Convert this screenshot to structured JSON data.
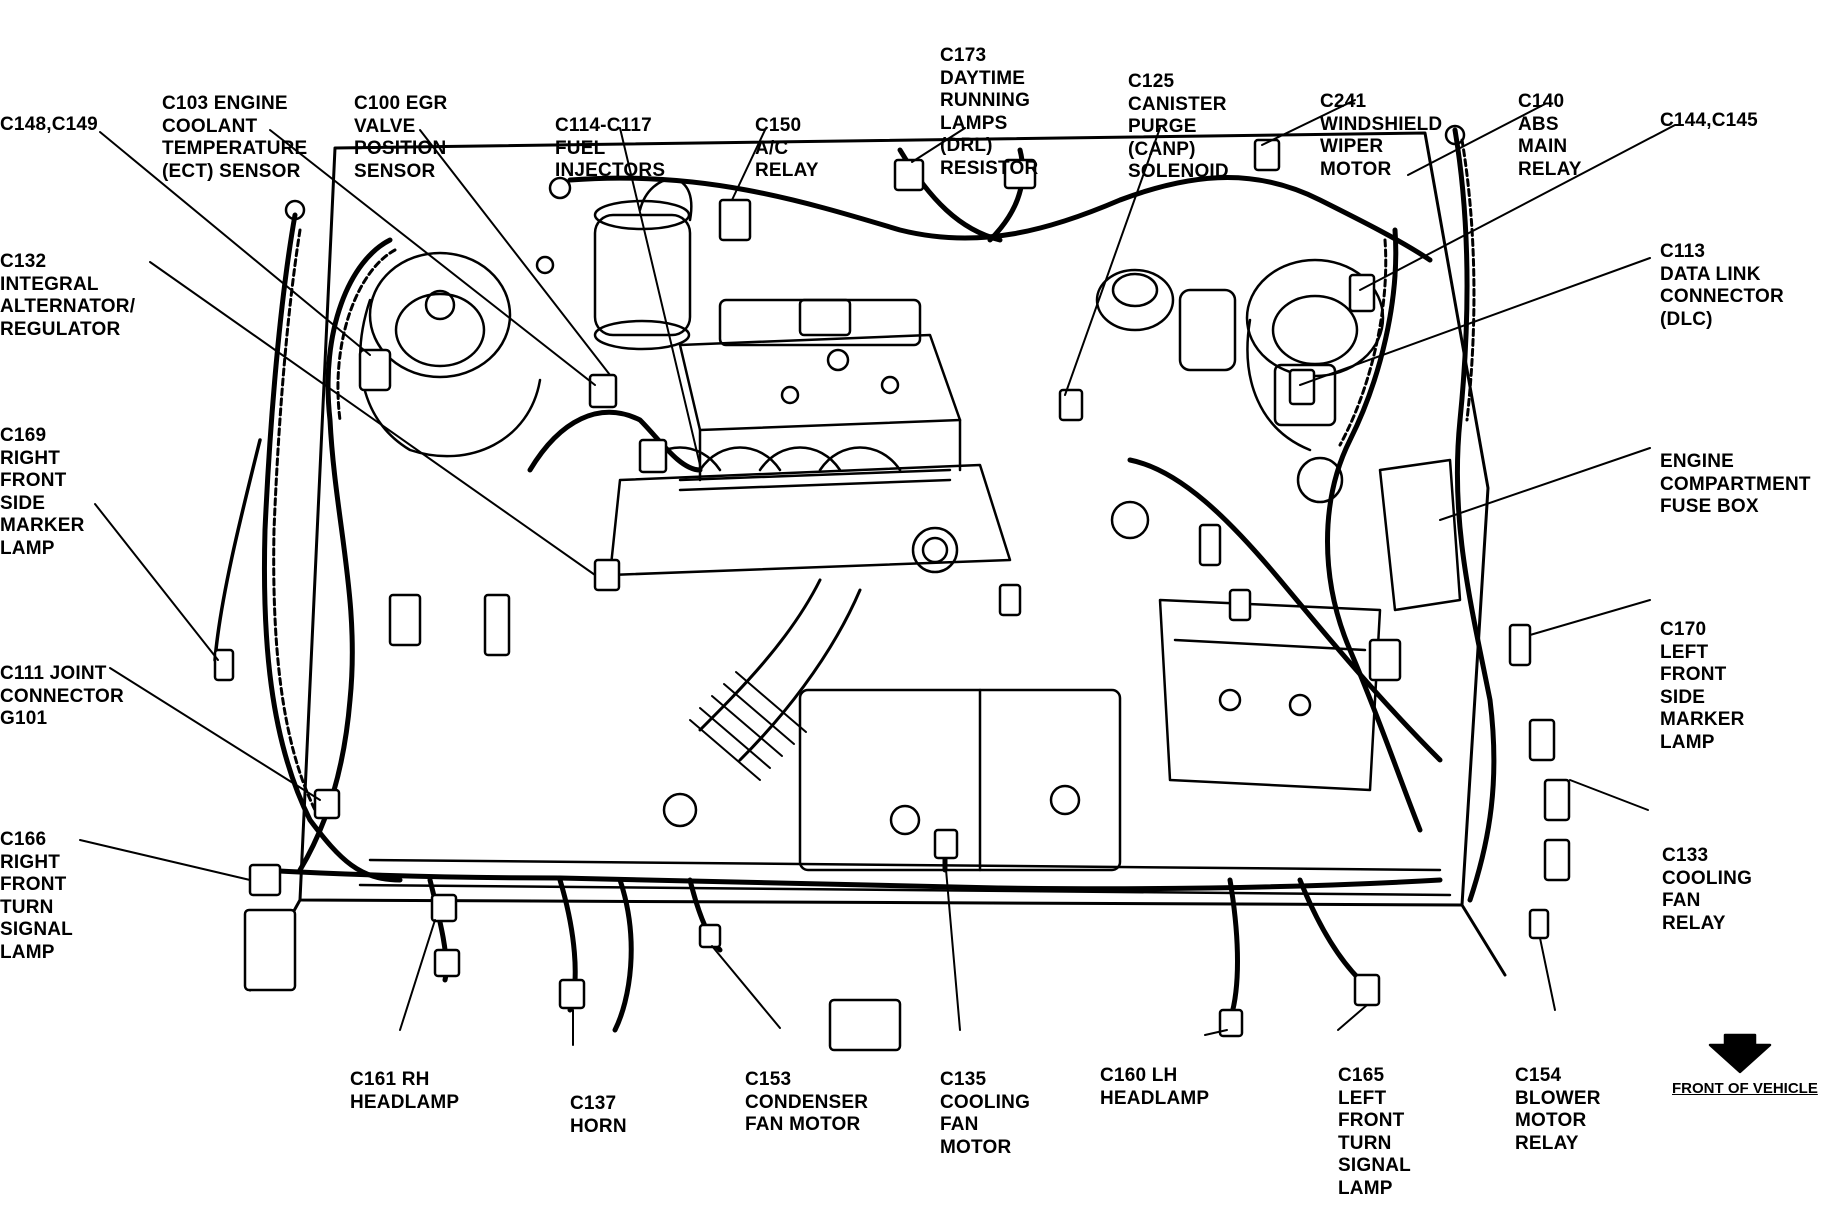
{
  "callouts": [
    {
      "id": "c148",
      "lines": [
        "C148,C149"
      ]
    },
    {
      "id": "c103",
      "lines": [
        "C103 ENGINE",
        "COOLANT",
        "TEMPERATURE",
        "(ECT) SENSOR"
      ]
    },
    {
      "id": "c100",
      "lines": [
        "C100 EGR",
        "VALVE",
        "POSITION",
        "SENSOR"
      ]
    },
    {
      "id": "c114",
      "lines": [
        "C114-C117",
        "FUEL",
        "INJECTORS"
      ]
    },
    {
      "id": "c150",
      "lines": [
        "C150",
        "A/C",
        "RELAY"
      ]
    },
    {
      "id": "c173",
      "lines": [
        "C173",
        "DAYTIME",
        "RUNNING",
        "LAMPS",
        "(DRL)",
        "RESISTOR"
      ]
    },
    {
      "id": "c125",
      "lines": [
        "C125",
        "CANISTER",
        "PURGE",
        "(CANP)",
        "SOLENOID"
      ]
    },
    {
      "id": "c241",
      "lines": [
        "C241",
        "WINDSHIELD",
        "WIPER",
        "MOTOR"
      ]
    },
    {
      "id": "c140",
      "lines": [
        "C140",
        "ABS",
        "MAIN",
        "RELAY"
      ]
    },
    {
      "id": "c144",
      "lines": [
        "C144,C145"
      ]
    },
    {
      "id": "c113",
      "lines": [
        "C113",
        "DATA LINK",
        "CONNECTOR",
        "(DLC)"
      ]
    },
    {
      "id": "c132",
      "lines": [
        "C132",
        "INTEGRAL",
        "ALTERNATOR/",
        "REGULATOR"
      ]
    },
    {
      "id": "c169",
      "lines": [
        "C169",
        "RIGHT",
        "FRONT",
        "SIDE",
        "MARKER",
        "LAMP"
      ]
    },
    {
      "id": "fusebox",
      "lines": [
        "ENGINE",
        "COMPARTMENT",
        "FUSE BOX"
      ]
    },
    {
      "id": "c170",
      "lines": [
        "C170",
        "LEFT",
        "FRONT",
        "SIDE",
        "MARKER",
        "LAMP"
      ]
    },
    {
      "id": "c111",
      "lines": [
        "C111 JOINT",
        "CONNECTOR",
        "G101"
      ]
    },
    {
      "id": "c166",
      "lines": [
        "C166",
        "RIGHT",
        "FRONT",
        "TURN",
        "SIGNAL",
        "LAMP"
      ]
    },
    {
      "id": "c133",
      "lines": [
        "C133",
        "COOLING",
        "FAN",
        "RELAY"
      ]
    },
    {
      "id": "c161",
      "lines": [
        "C161 RH",
        "HEADLAMP"
      ]
    },
    {
      "id": "c137",
      "lines": [
        "C137",
        "HORN"
      ]
    },
    {
      "id": "c153",
      "lines": [
        "C153",
        "CONDENSER",
        "FAN MOTOR"
      ]
    },
    {
      "id": "c135",
      "lines": [
        "C135",
        "COOLING",
        "FAN",
        "MOTOR"
      ]
    },
    {
      "id": "c160",
      "lines": [
        "C160 LH",
        "HEADLAMP"
      ]
    },
    {
      "id": "c165",
      "lines": [
        "C165",
        "LEFT",
        "FRONT",
        "TURN",
        "SIGNAL",
        "LAMP"
      ]
    },
    {
      "id": "c154",
      "lines": [
        "C154",
        "BLOWER",
        "MOTOR",
        "RELAY"
      ]
    }
  ],
  "front_of_vehicle": "FRONT OF VEHICLE",
  "colors": {
    "ink": "#000000",
    "paper": "#ffffff"
  }
}
